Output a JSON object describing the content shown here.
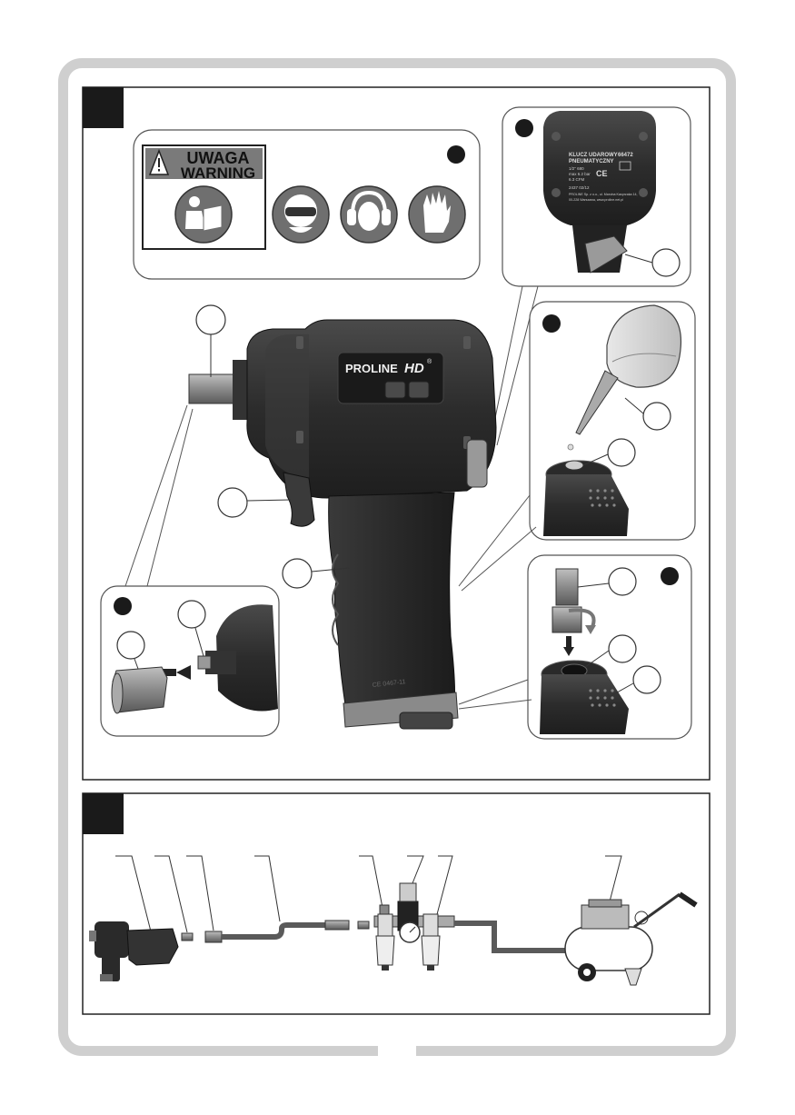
{
  "warning": {
    "line1": "UWAGA",
    "line2": "WARNING"
  },
  "rating_plate": {
    "line1": "KLUCZ UDAROWY",
    "line2": "PNEUMATYCZNY",
    "model": "66472",
    "spec1": "1/2\" 680",
    "spec2": "max 6.2 bar",
    "spec3": "6.3 CFM",
    "batch": "2437 02/12",
    "company": "PROLINE Sp. z o.o., ul. Marcina Kasprzaka 14,",
    "address": "00-228 Warszawa, www.proline.net.pl",
    "ce": "CE"
  },
  "brand": {
    "name": "PROLINE",
    "suffix": "HD",
    "mark": "®"
  },
  "grip_marking": "CE 0467-11",
  "colors": {
    "tool_body": "#2e2e2e",
    "tool_highlight": "#6a6a6a",
    "panel_border": "#555555",
    "frame": "#cfcfcf",
    "badge": "#1a1a1a",
    "hose": "#5a5a5a"
  },
  "icons": [
    "warning-triangle-icon",
    "read-manual-icon",
    "safety-goggles-icon",
    "ear-protection-icon",
    "gloves-icon",
    "arrow-icon"
  ]
}
